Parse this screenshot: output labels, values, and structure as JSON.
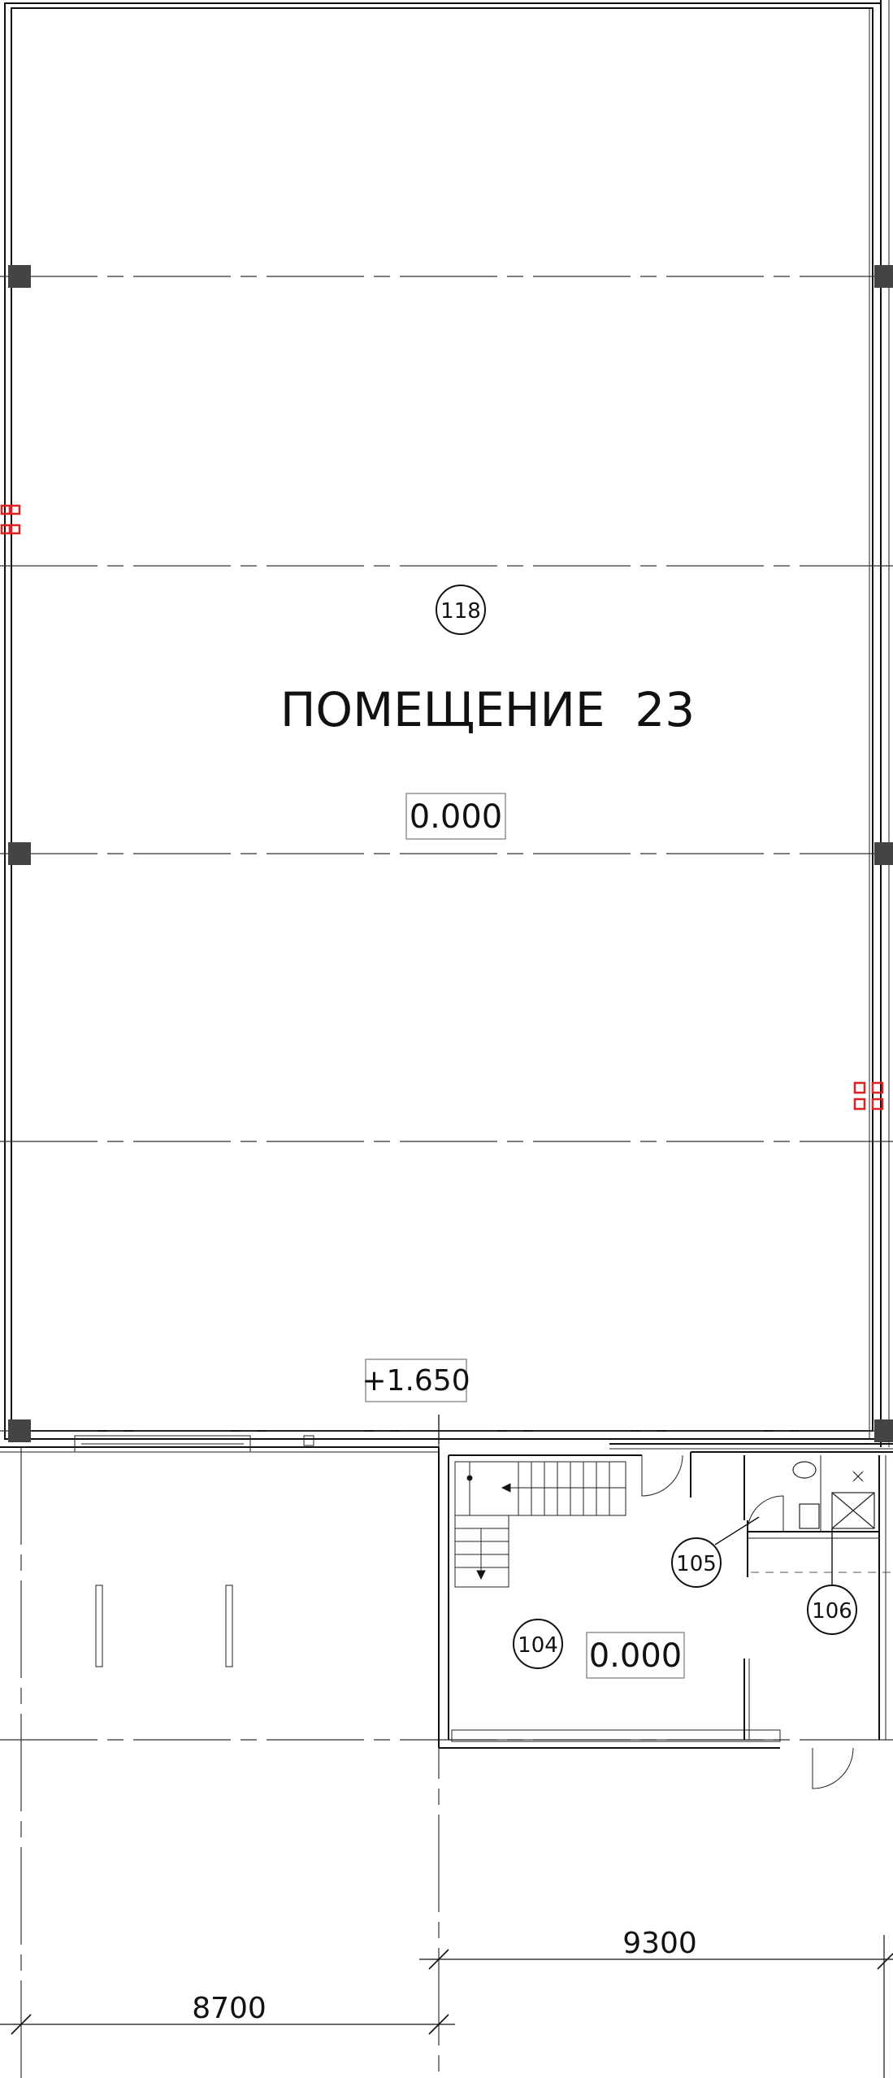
{
  "plan": {
    "main_room": {
      "tag": "118",
      "name": "ПОМЕЩЕНИЕ  23",
      "level": "0.000"
    },
    "level_marker_upper": "+1.650",
    "room_104": {
      "tag": "104",
      "level": "0.000"
    },
    "room_105": {
      "tag": "105"
    },
    "room_106": {
      "tag": "106"
    },
    "dimensions": {
      "right_span": "9300",
      "left_span": "8700"
    }
  },
  "colors": {
    "line": "#111111",
    "column": "#444444",
    "marker_red": "#e02020"
  }
}
